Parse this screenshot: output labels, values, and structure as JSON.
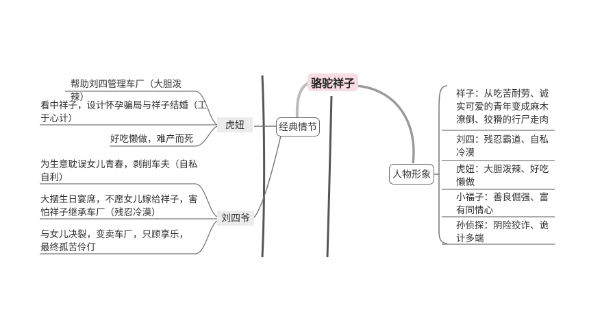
{
  "root": {
    "label": "骆驼祥子"
  },
  "branches": {
    "plot": {
      "label": "经典情节"
    },
    "characters": {
      "label": "人物形象"
    }
  },
  "plot_groups": [
    {
      "label": "虎妞",
      "items": [
        "帮助刘四管理车厂（大胆泼辣）",
        "看中祥子，设计怀孕骗局与祥子结婚（工于心计）",
        "好吃懒做，难产而死"
      ]
    },
    {
      "label": "刘四爷",
      "items": [
        "为生意耽误女儿青春，剥削车夫（自私自利）",
        "大摆生日宴席，不愿女儿嫁给祥子，害怕祥子继承车厂（残忍冷漠）",
        "与女儿决裂，变卖车厂，只顾享乐，最终孤苦伶仃"
      ]
    }
  ],
  "characters": [
    "祥子：从吃苦耐劳、诚实可爱的青年变成麻木潦倒、狡猾的行尸走肉",
    "刘四：残忍霸道、自私冷漠",
    "虎妞：大胆泼辣、好吃懒做",
    "小福子：善良倔强、富有同情心",
    "孙侦探：阴险狡诈、诡计多端"
  ],
  "colors": {
    "root_fill": "#f7dde3",
    "tag_fill": "#ececec",
    "line": "#6f6f6f",
    "trunk": "#555555"
  }
}
